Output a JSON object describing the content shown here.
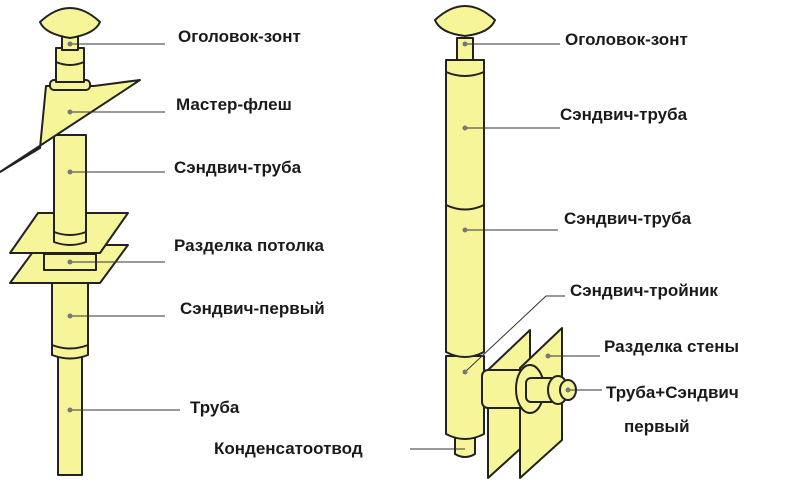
{
  "colors": {
    "pipe_fill": "#f7f59a",
    "outline": "#222222",
    "leader": "#333333",
    "label_text": "#1a1a1a"
  },
  "left_assembly": {
    "labels": {
      "cap": "Оголовок-зонт",
      "master_flash": "Мастер-флеш",
      "sandwich_pipe": "Сэндвич-труба",
      "ceiling_cut": "Разделка потолка",
      "sandwich_first": "Сэндвич-первый",
      "pipe": "Труба"
    }
  },
  "right_assembly": {
    "labels": {
      "cap": "Оголовок-зонт",
      "sandwich_pipe_1": "Сэндвич-труба",
      "sandwich_pipe_2": "Сэндвич-труба",
      "sandwich_tee": "Сэндвич-тройник",
      "wall_cut": "Разделка стены",
      "pipe_sandwich_line1": "Труба+Сэндвич",
      "pipe_sandwich_line2": "первый",
      "condensate_drain": "Конденсатоотвод"
    }
  }
}
